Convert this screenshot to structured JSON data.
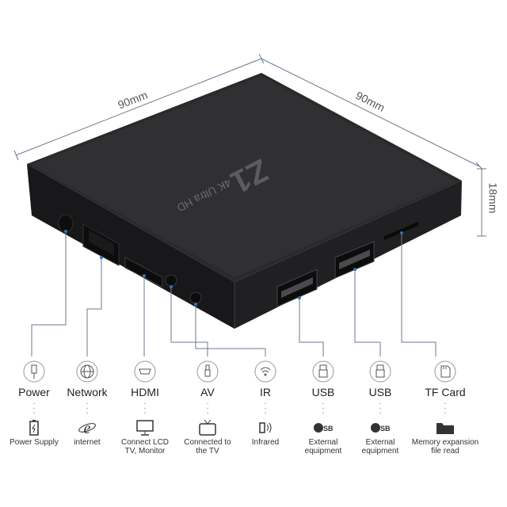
{
  "dimensions": {
    "width": "90mm",
    "depth": "90mm",
    "height": "18mm"
  },
  "device": {
    "brand": "Z1",
    "subtitle": "4K Ultra HD",
    "colors": {
      "body": "#1f1f21",
      "accent": "#3a6fb0",
      "line": "#6b7a8f"
    }
  },
  "ports": [
    {
      "title": "Power",
      "icon": "power-plug-icon",
      "desc_icon": "battery-icon",
      "desc": "Power Supply"
    },
    {
      "title": "Network",
      "icon": "globe-icon",
      "desc_icon": "ie-browser-icon",
      "desc": "internet"
    },
    {
      "title": "HDMI",
      "icon": "hdmi-port-icon",
      "desc_icon": "monitor-icon",
      "desc": "Connect LCD TV, Monitor"
    },
    {
      "title": "AV",
      "icon": "av-plug-icon",
      "desc_icon": "tv-icon",
      "desc": "Connected to the TV"
    },
    {
      "title": "IR",
      "icon": "ir-signal-icon",
      "desc_icon": "infrared-icon",
      "desc": "Infrared"
    },
    {
      "title": "USB",
      "icon": "usb-plug-icon",
      "desc_icon": "usb-logo-icon",
      "desc": "External equipment"
    },
    {
      "title": "USB",
      "icon": "usb-plug-icon",
      "desc_icon": "usb-logo-icon",
      "desc": "External equipment"
    },
    {
      "title": "TF Card",
      "icon": "sd-card-icon",
      "desc_icon": "folder-icon",
      "desc": "Memory expansion file read"
    }
  ]
}
